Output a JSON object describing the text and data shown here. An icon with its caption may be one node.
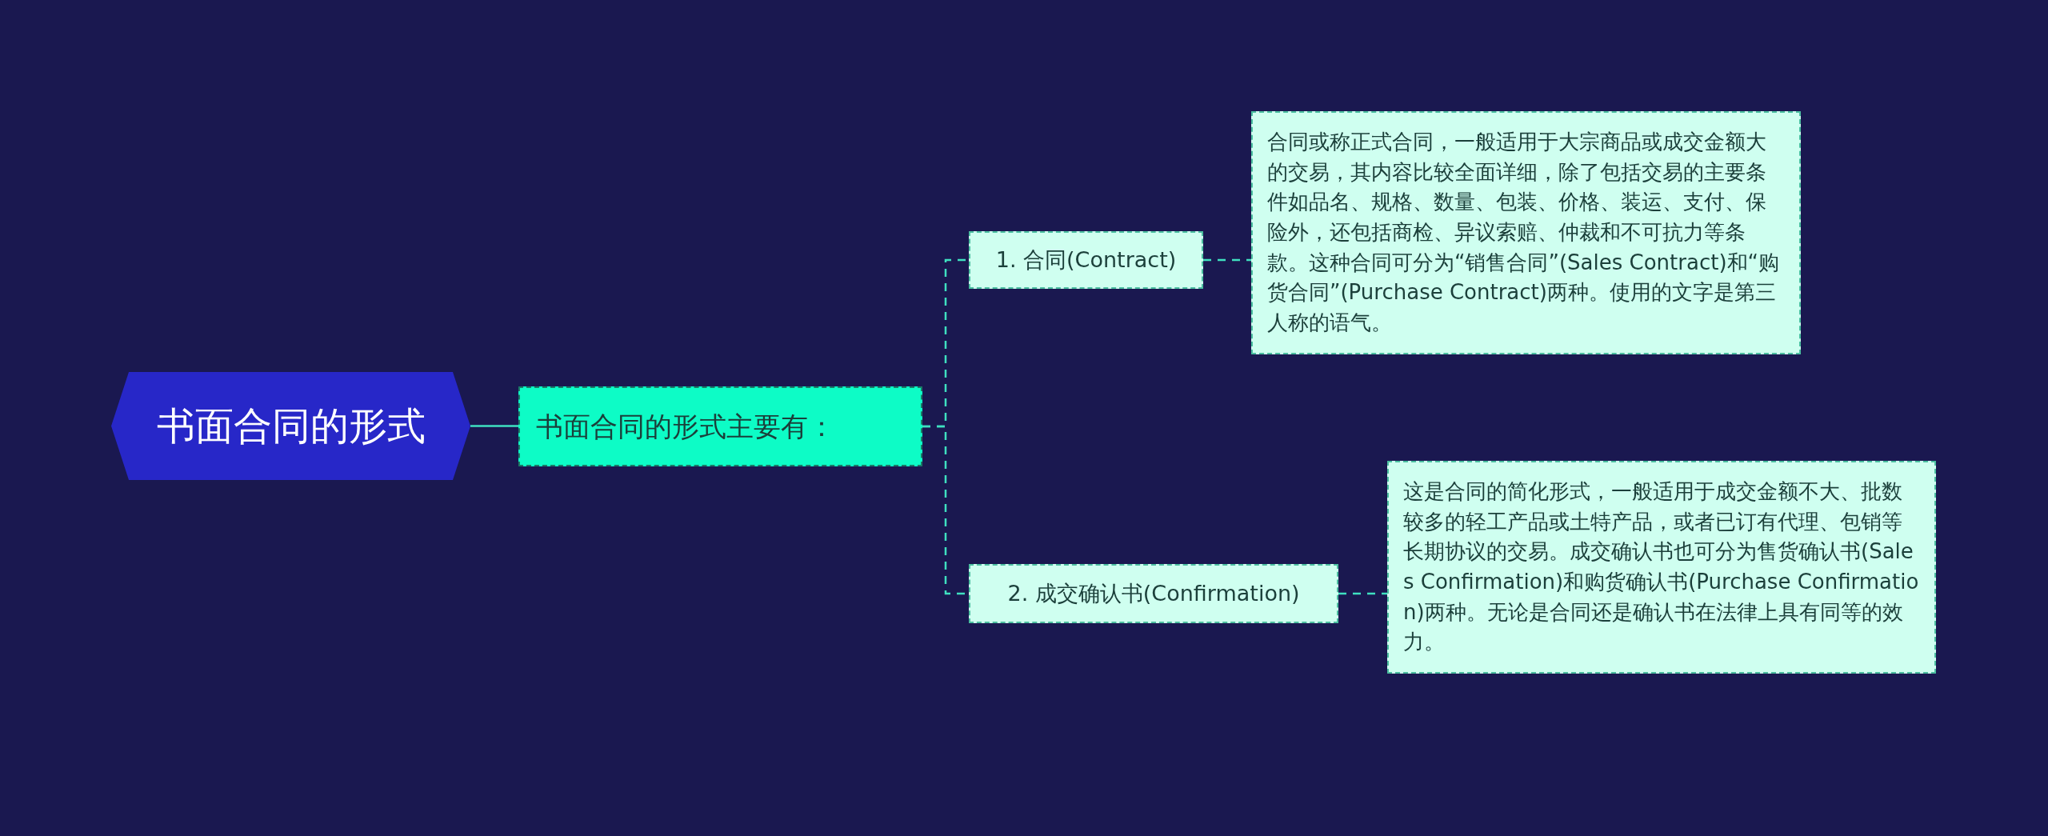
{
  "diagram": {
    "nodes": [
      {
        "text": [
          "书面合同的形式"
        ]
      },
      {
        "text": [
          "书面合同的形式主要有："
        ]
      },
      {
        "text": [
          "1. 合同(Contract)"
        ]
      },
      {
        "text": [
          "合同或称正式合同，一般适用于大宗商品或成交金额大的交易，其内容比较全面详细，除了包括交易的主要条件如品名、规格、数量、包装、价格、装运、支付、保险外，还包括商检、异议索赔、仲裁和不可抗力等条款。这种合同可分为“销售合同”(Sales Contract)和“购货合同”(Purchase Contract)两种。使用的文字是第三人称的语气。"
        ]
      },
      {
        "text": [
          "2. 成交确认书(Confirmation)"
        ]
      },
      {
        "text": [
          "这是合同的简化形式，一般适用于成交金额不大、批数较多的轻工产品或土特产品，或者已订有代理、包销等长期协议的交易。成交确认书也可分为售货确认书(Sales Confirmation)和购货确认书(Purchase Confirmation)两种。无论是合同还是确认书在法律上具有同等的效力。"
        ]
      }
    ],
    "edges": [
      {
        "from": 0,
        "to": 1,
        "arrow": "none"
      },
      {
        "from": 1,
        "to": 2,
        "arrow": "none",
        "style": "dashed"
      },
      {
        "from": 1,
        "to": 4,
        "arrow": "none",
        "style": "dashed"
      },
      {
        "from": 2,
        "to": 3,
        "arrow": "none",
        "style": "dashed"
      },
      {
        "from": 4,
        "to": 5,
        "arrow": "none",
        "style": "dashed"
      }
    ]
  }
}
